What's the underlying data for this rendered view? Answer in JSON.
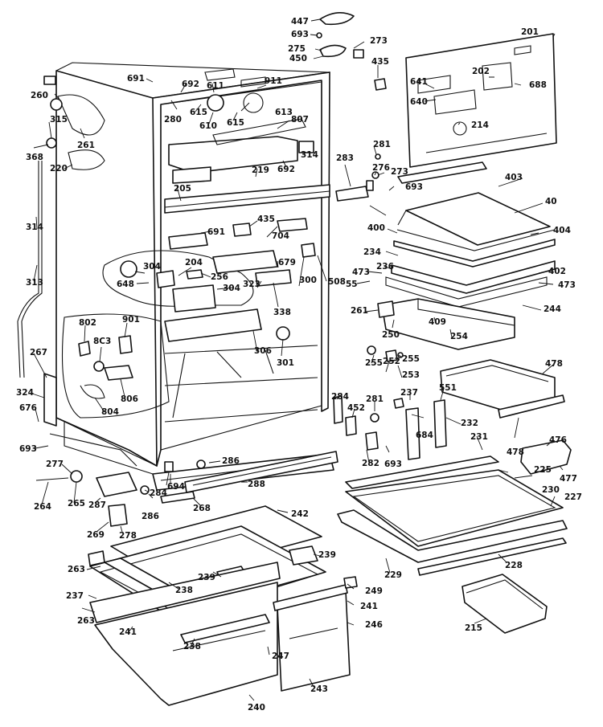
{
  "labels": [
    {
      "id": "447",
      "text": "447"
    },
    {
      "id": "693a",
      "text": "693"
    },
    {
      "id": "273a",
      "text": "273"
    },
    {
      "id": "275",
      "text": "275"
    },
    {
      "id": "450",
      "text": "450"
    },
    {
      "id": "435a",
      "text": "435"
    },
    {
      "id": "201",
      "text": "201"
    },
    {
      "id": "202",
      "text": "202"
    },
    {
      "id": "641",
      "text": "641"
    },
    {
      "id": "688",
      "text": "688"
    },
    {
      "id": "640",
      "text": "640"
    },
    {
      "id": "214",
      "text": "214"
    },
    {
      "id": "691a",
      "text": "691"
    },
    {
      "id": "692a",
      "text": "692"
    },
    {
      "id": "611",
      "text": "611"
    },
    {
      "id": "911",
      "text": "911"
    },
    {
      "id": "260",
      "text": "260"
    },
    {
      "id": "280",
      "text": "280"
    },
    {
      "id": "615a",
      "text": "615"
    },
    {
      "id": "613",
      "text": "613"
    },
    {
      "id": "610",
      "text": "610"
    },
    {
      "id": "615b",
      "text": "615"
    },
    {
      "id": "807",
      "text": "807"
    },
    {
      "id": "315",
      "text": "315"
    },
    {
      "id": "261a",
      "text": "261"
    },
    {
      "id": "368",
      "text": "368"
    },
    {
      "id": "220",
      "text": "220"
    },
    {
      "id": "314a",
      "text": "314"
    },
    {
      "id": "219",
      "text": "219"
    },
    {
      "id": "692b",
      "text": "692"
    },
    {
      "id": "281a",
      "text": "281"
    },
    {
      "id": "276",
      "text": "276"
    },
    {
      "id": "273b",
      "text": "273"
    },
    {
      "id": "283",
      "text": "283"
    },
    {
      "id": "403",
      "text": "403"
    },
    {
      "id": "693b",
      "text": "693"
    },
    {
      "id": "40",
      "text": "40"
    },
    {
      "id": "205",
      "text": "205"
    },
    {
      "id": "314b",
      "text": "314"
    },
    {
      "id": "435b",
      "text": "435"
    },
    {
      "id": "691b",
      "text": "691"
    },
    {
      "id": "704",
      "text": "704"
    },
    {
      "id": "400",
      "text": "400"
    },
    {
      "id": "404",
      "text": "404"
    },
    {
      "id": "313",
      "text": "313"
    },
    {
      "id": "304a",
      "text": "304"
    },
    {
      "id": "204",
      "text": "204"
    },
    {
      "id": "679",
      "text": "679"
    },
    {
      "id": "234",
      "text": "234"
    },
    {
      "id": "648",
      "text": "648"
    },
    {
      "id": "256",
      "text": "256"
    },
    {
      "id": "304b",
      "text": "304"
    },
    {
      "id": "323",
      "text": "323"
    },
    {
      "id": "300",
      "text": "300"
    },
    {
      "id": "508",
      "text": "508"
    },
    {
      "id": "473a",
      "text": "473"
    },
    {
      "id": "236",
      "text": "236"
    },
    {
      "id": "402",
      "text": "402"
    },
    {
      "id": "55",
      "text": "55"
    },
    {
      "id": "473b",
      "text": "473"
    },
    {
      "id": "338",
      "text": "338"
    },
    {
      "id": "261b",
      "text": "261"
    },
    {
      "id": "244",
      "text": "244"
    },
    {
      "id": "802",
      "text": "802"
    },
    {
      "id": "901",
      "text": "901"
    },
    {
      "id": "409",
      "text": "409"
    },
    {
      "id": "250",
      "text": "250"
    },
    {
      "id": "254",
      "text": "254"
    },
    {
      "id": "803",
      "text": "8C3"
    },
    {
      "id": "306",
      "text": "306"
    },
    {
      "id": "301",
      "text": "301"
    },
    {
      "id": "267",
      "text": "267"
    },
    {
      "id": "255a",
      "text": "255"
    },
    {
      "id": "252",
      "text": "252"
    },
    {
      "id": "253",
      "text": "253"
    },
    {
      "id": "255b",
      "text": "255"
    },
    {
      "id": "478a",
      "text": "478"
    },
    {
      "id": "806",
      "text": "806"
    },
    {
      "id": "324",
      "text": "324"
    },
    {
      "id": "804",
      "text": "804"
    },
    {
      "id": "284a",
      "text": "284"
    },
    {
      "id": "281b",
      "text": "281"
    },
    {
      "id": "237",
      "text": "237"
    },
    {
      "id": "551",
      "text": "551"
    },
    {
      "id": "676",
      "text": "676"
    },
    {
      "id": "452",
      "text": "452"
    },
    {
      "id": "684",
      "text": "684"
    },
    {
      "id": "232",
      "text": "232"
    },
    {
      "id": "693c",
      "text": "693"
    },
    {
      "id": "231",
      "text": "231"
    },
    {
      "id": "478b",
      "text": "478"
    },
    {
      "id": "476",
      "text": "476"
    },
    {
      "id": "277",
      "text": "277"
    },
    {
      "id": "286a",
      "text": "286"
    },
    {
      "id": "282",
      "text": "282"
    },
    {
      "id": "693d",
      "text": "693"
    },
    {
      "id": "225",
      "text": "225"
    },
    {
      "id": "477",
      "text": "477"
    },
    {
      "id": "694",
      "text": "694"
    },
    {
      "id": "288",
      "text": "288"
    },
    {
      "id": "230",
      "text": "230"
    },
    {
      "id": "227",
      "text": "227"
    },
    {
      "id": "264",
      "text": "264"
    },
    {
      "id": "265",
      "text": "265"
    },
    {
      "id": "287",
      "text": "287"
    },
    {
      "id": "284b",
      "text": "284"
    },
    {
      "id": "286b",
      "text": "286"
    },
    {
      "id": "268",
      "text": "268"
    },
    {
      "id": "242",
      "text": "242"
    },
    {
      "id": "269",
      "text": "269"
    },
    {
      "id": "278",
      "text": "278"
    },
    {
      "id": "228",
      "text": "228"
    },
    {
      "id": "263a",
      "text": "263"
    },
    {
      "id": "239a",
      "text": "239"
    },
    {
      "id": "239b",
      "text": "239"
    },
    {
      "id": "229",
      "text": "229"
    },
    {
      "id": "237b",
      "text": "237"
    },
    {
      "id": "238a",
      "text": "238"
    },
    {
      "id": "249",
      "text": "249"
    },
    {
      "id": "263b",
      "text": "263"
    },
    {
      "id": "241a",
      "text": "241"
    },
    {
      "id": "241b",
      "text": "241"
    },
    {
      "id": "246",
      "text": "246"
    },
    {
      "id": "215",
      "text": "215"
    },
    {
      "id": "238b",
      "text": "238"
    },
    {
      "id": "247",
      "text": "247"
    },
    {
      "id": "243",
      "text": "243"
    },
    {
      "id": "240",
      "text": "240"
    }
  ]
}
